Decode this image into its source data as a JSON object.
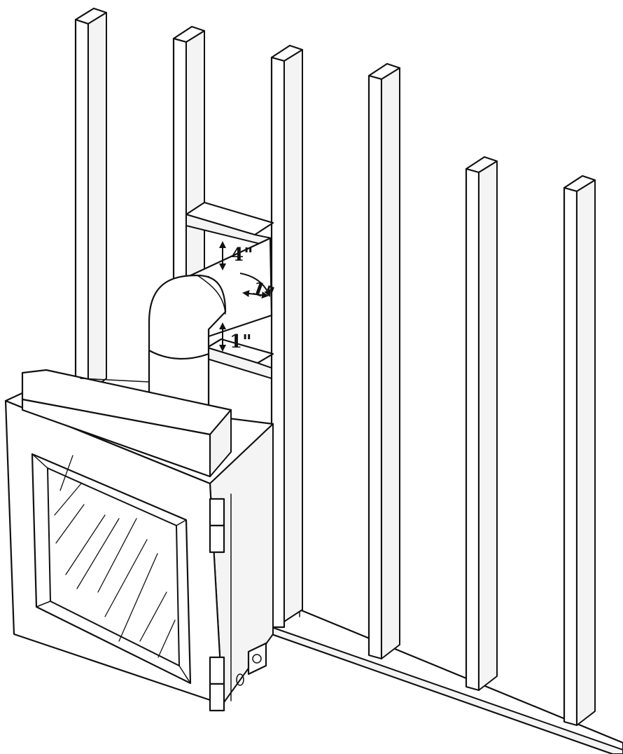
{
  "dimensions": {
    "top_clearance": "4\"",
    "side_clearance": "1\"",
    "bottom_clearance": "1\""
  },
  "colors": {
    "line": "#111111",
    "background": "#ffffff"
  }
}
